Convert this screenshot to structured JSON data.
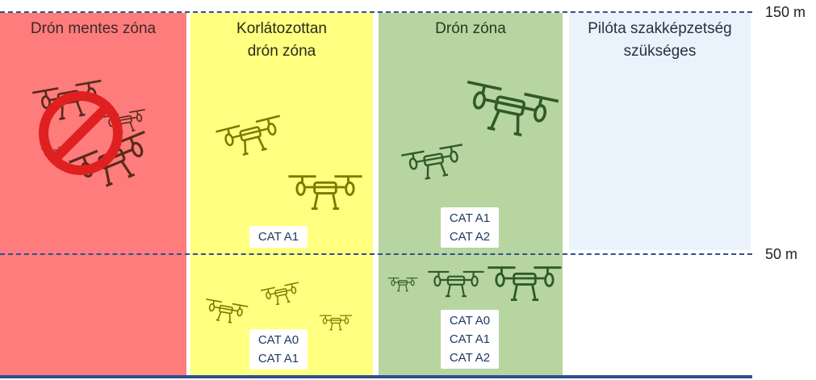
{
  "altitudes": {
    "top": "150 m",
    "mid": "50 m"
  },
  "zones": [
    {
      "title": "Drón mentes zóna",
      "color": "#ff7c7c",
      "title_color": "#3a2a2a"
    },
    {
      "title": "Korlátozottan\ndrón zóna",
      "color": "#ffff80",
      "title_color": "#2a2a1a"
    },
    {
      "title": "Drón zóna",
      "color": "#b7d5a0",
      "title_color": "#1f3a1f"
    },
    {
      "title": "Pilóta szakképzetség\nszükséges",
      "color": "#eaf3fb",
      "title_color": "#2a3040"
    }
  ],
  "badges": {
    "restricted_upper": [
      "CAT A1"
    ],
    "open_upper": [
      "CAT A1",
      "CAT A2"
    ],
    "restricted_lower": [
      "CAT A0",
      "CAT A1"
    ],
    "open_lower": [
      "CAT A0",
      "CAT A1",
      "CAT A2"
    ]
  },
  "colors": {
    "no_drone_icon": "#e02020",
    "drone_dark_red": "#5a2a1a",
    "drone_olive": "#7a7a00",
    "drone_green": "#2f5a2a"
  }
}
